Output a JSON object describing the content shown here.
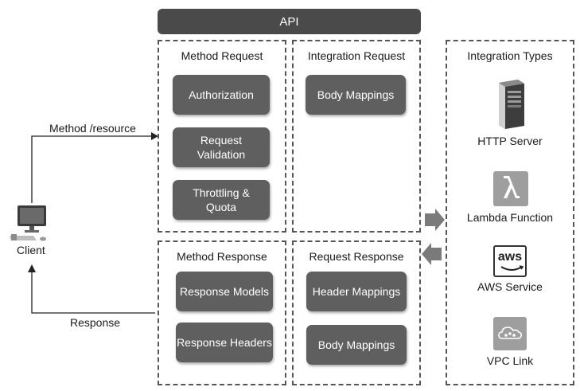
{
  "api_title": "API",
  "method_request": {
    "title": "Method Request",
    "items": [
      "Authorization",
      "Request\nValidation",
      "Throttling &\nQuota"
    ]
  },
  "integration_request": {
    "title": "Integration Request",
    "items": [
      "Body Mappings"
    ]
  },
  "method_response": {
    "title": "Method Response",
    "items": [
      "Response Models",
      "Response Headers"
    ]
  },
  "request_response": {
    "title": "Request Response",
    "items": [
      "Header Mappings",
      "Body Mappings"
    ]
  },
  "integration_types": {
    "title": "Integration Types",
    "items": [
      {
        "label": "HTTP Server",
        "icon": "server-icon"
      },
      {
        "label": "Lambda Function",
        "icon": "lambda-icon"
      },
      {
        "label": "AWS Service",
        "icon": "aws-icon"
      },
      {
        "label": "VPC Link",
        "icon": "vpc-cloud-icon"
      }
    ],
    "aws_logo_text": "aws"
  },
  "client": {
    "label": "Client"
  },
  "edges": {
    "request_label": "Method /resource",
    "response_label": "Response"
  },
  "colors": {
    "box": "#5f5f5f",
    "bar": "#4a4a4a",
    "border": "#555555"
  }
}
